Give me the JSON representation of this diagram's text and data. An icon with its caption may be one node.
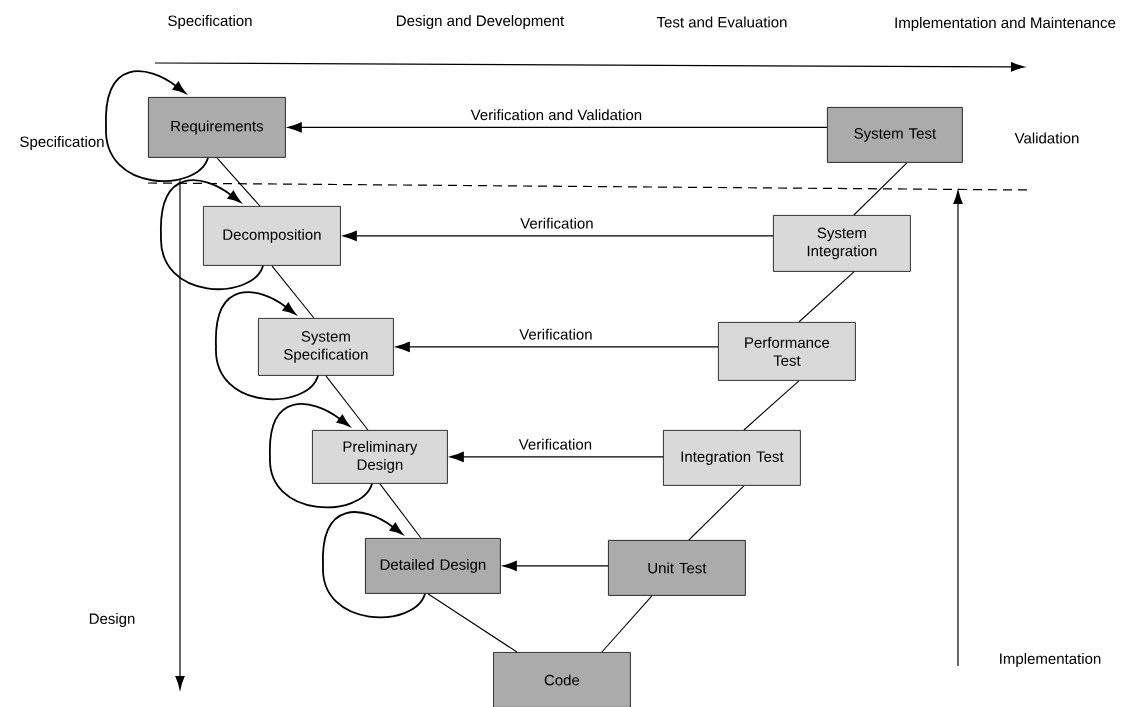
{
  "diagram": {
    "nodes": [
      {
        "text": [
          "Requirements"
        ]
      },
      {
        "text": [
          "Decomposition"
        ]
      },
      {
        "text": [
          "System Specification"
        ]
      },
      {
        "text": [
          "Preliminary Design"
        ]
      },
      {
        "text": [
          "Detailed Design"
        ]
      },
      {
        "text": [
          "Code"
        ]
      },
      {
        "text": [
          "System Test"
        ]
      },
      {
        "text": [
          "System Integration"
        ]
      },
      {
        "text": [
          "Performance Test"
        ]
      },
      {
        "text": [
          "Integration Test"
        ]
      },
      {
        "text": [
          "Unit Test"
        ]
      }
    ],
    "edges": [
      {
        "from": 0,
        "to": 1,
        "arrow": "none"
      },
      {
        "from": 1,
        "to": 2,
        "arrow": "none"
      },
      {
        "from": 2,
        "to": 3,
        "arrow": "none"
      },
      {
        "from": 3,
        "to": 4,
        "arrow": "none"
      },
      {
        "from": 4,
        "to": 5,
        "arrow": "none"
      },
      {
        "from": 5,
        "to": 10,
        "arrow": "none"
      },
      {
        "from": 10,
        "to": 9,
        "arrow": "none"
      },
      {
        "from": 9,
        "to": 8,
        "arrow": "none"
      },
      {
        "from": 8,
        "to": 7,
        "arrow": "none"
      },
      {
        "from": 7,
        "to": 6,
        "arrow": "none"
      },
      {
        "from": 6,
        "to": 0,
        "arrow": "to",
        "label": "Verification and Validation"
      },
      {
        "from": 7,
        "to": 1,
        "arrow": "to",
        "label": "Verification"
      },
      {
        "from": 8,
        "to": 2,
        "arrow": "to",
        "label": "Verification"
      },
      {
        "from": 9,
        "to": 3,
        "arrow": "to",
        "label": "Verification"
      },
      {
        "from": 10,
        "to": 4,
        "arrow": "to"
      },
      {
        "from": 0,
        "to": 0,
        "arrow": "to"
      },
      {
        "from": 1,
        "to": 1,
        "arrow": "to"
      },
      {
        "from": 2,
        "to": 2,
        "arrow": "to"
      },
      {
        "from": 3,
        "to": 3,
        "arrow": "to"
      },
      {
        "from": 4,
        "to": 4,
        "arrow": "to"
      }
    ],
    "labels": [
      "Specification",
      "Design and Development",
      "Test and Evaluation",
      "Implementation and Maintenance",
      "Specification",
      "Validation",
      "Design",
      "Implementation"
    ]
  }
}
